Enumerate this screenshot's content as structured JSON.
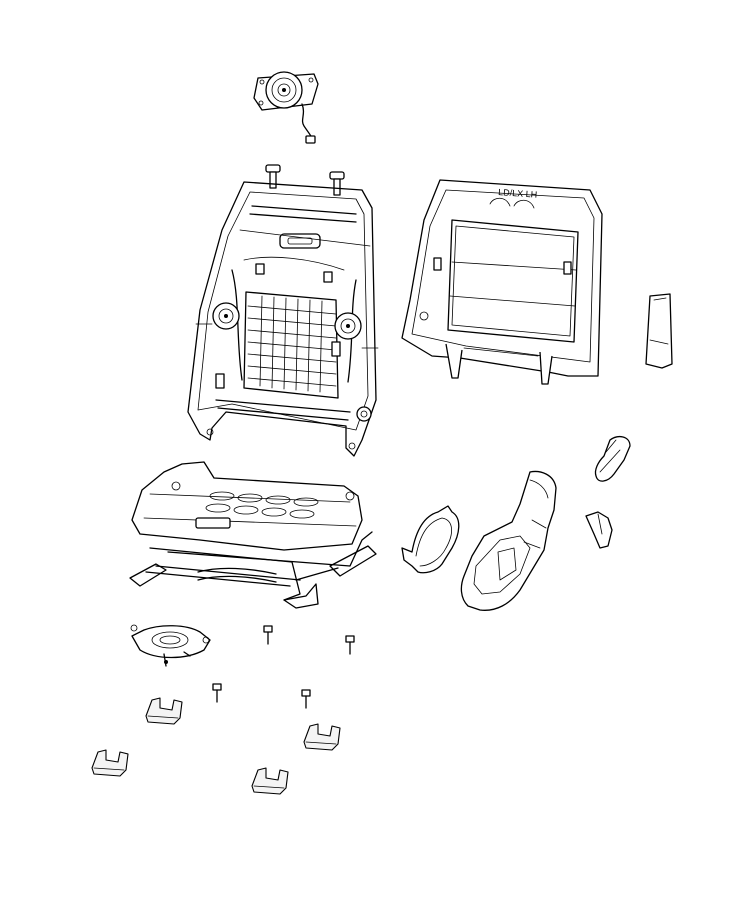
{
  "diagram": {
    "back_frame_label": "LD/LX LH",
    "parts": [
      "speaker",
      "seatback-frame",
      "seatback-panel",
      "trim-strip",
      "seat-cushion-frame",
      "trim-bracket",
      "side-shield",
      "switch-bezel",
      "end-cap",
      "speaker-bracket",
      "bolt",
      "riser-cover"
    ]
  }
}
